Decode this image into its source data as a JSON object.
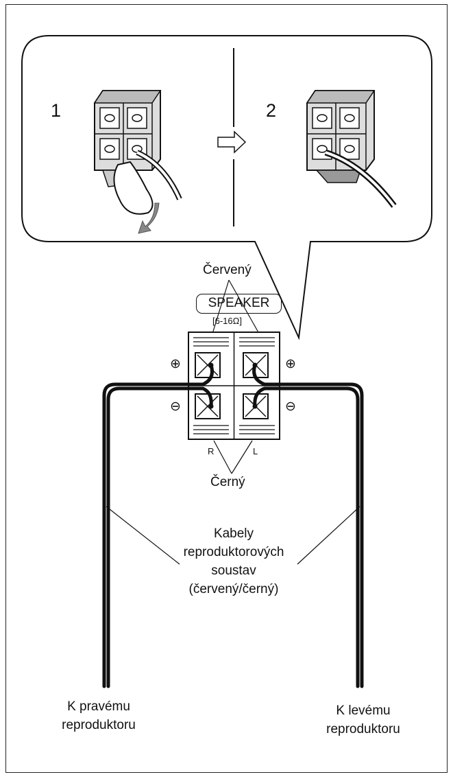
{
  "steps": {
    "step1": "1",
    "step2": "2"
  },
  "labels": {
    "red": "Červený",
    "speaker": "SPEAKER",
    "impedance": "[6-16Ω]",
    "plus": "⊕",
    "minus": "⊖",
    "right_channel": "R",
    "left_channel": "L",
    "black": "Černý",
    "cables": [
      "Kabely",
      "reproduktorových",
      "soustav",
      "(červený/černý)"
    ],
    "to_right": [
      "K pravému",
      "reproduktoru"
    ],
    "to_left": [
      "K levému",
      "reproduktoru"
    ]
  }
}
